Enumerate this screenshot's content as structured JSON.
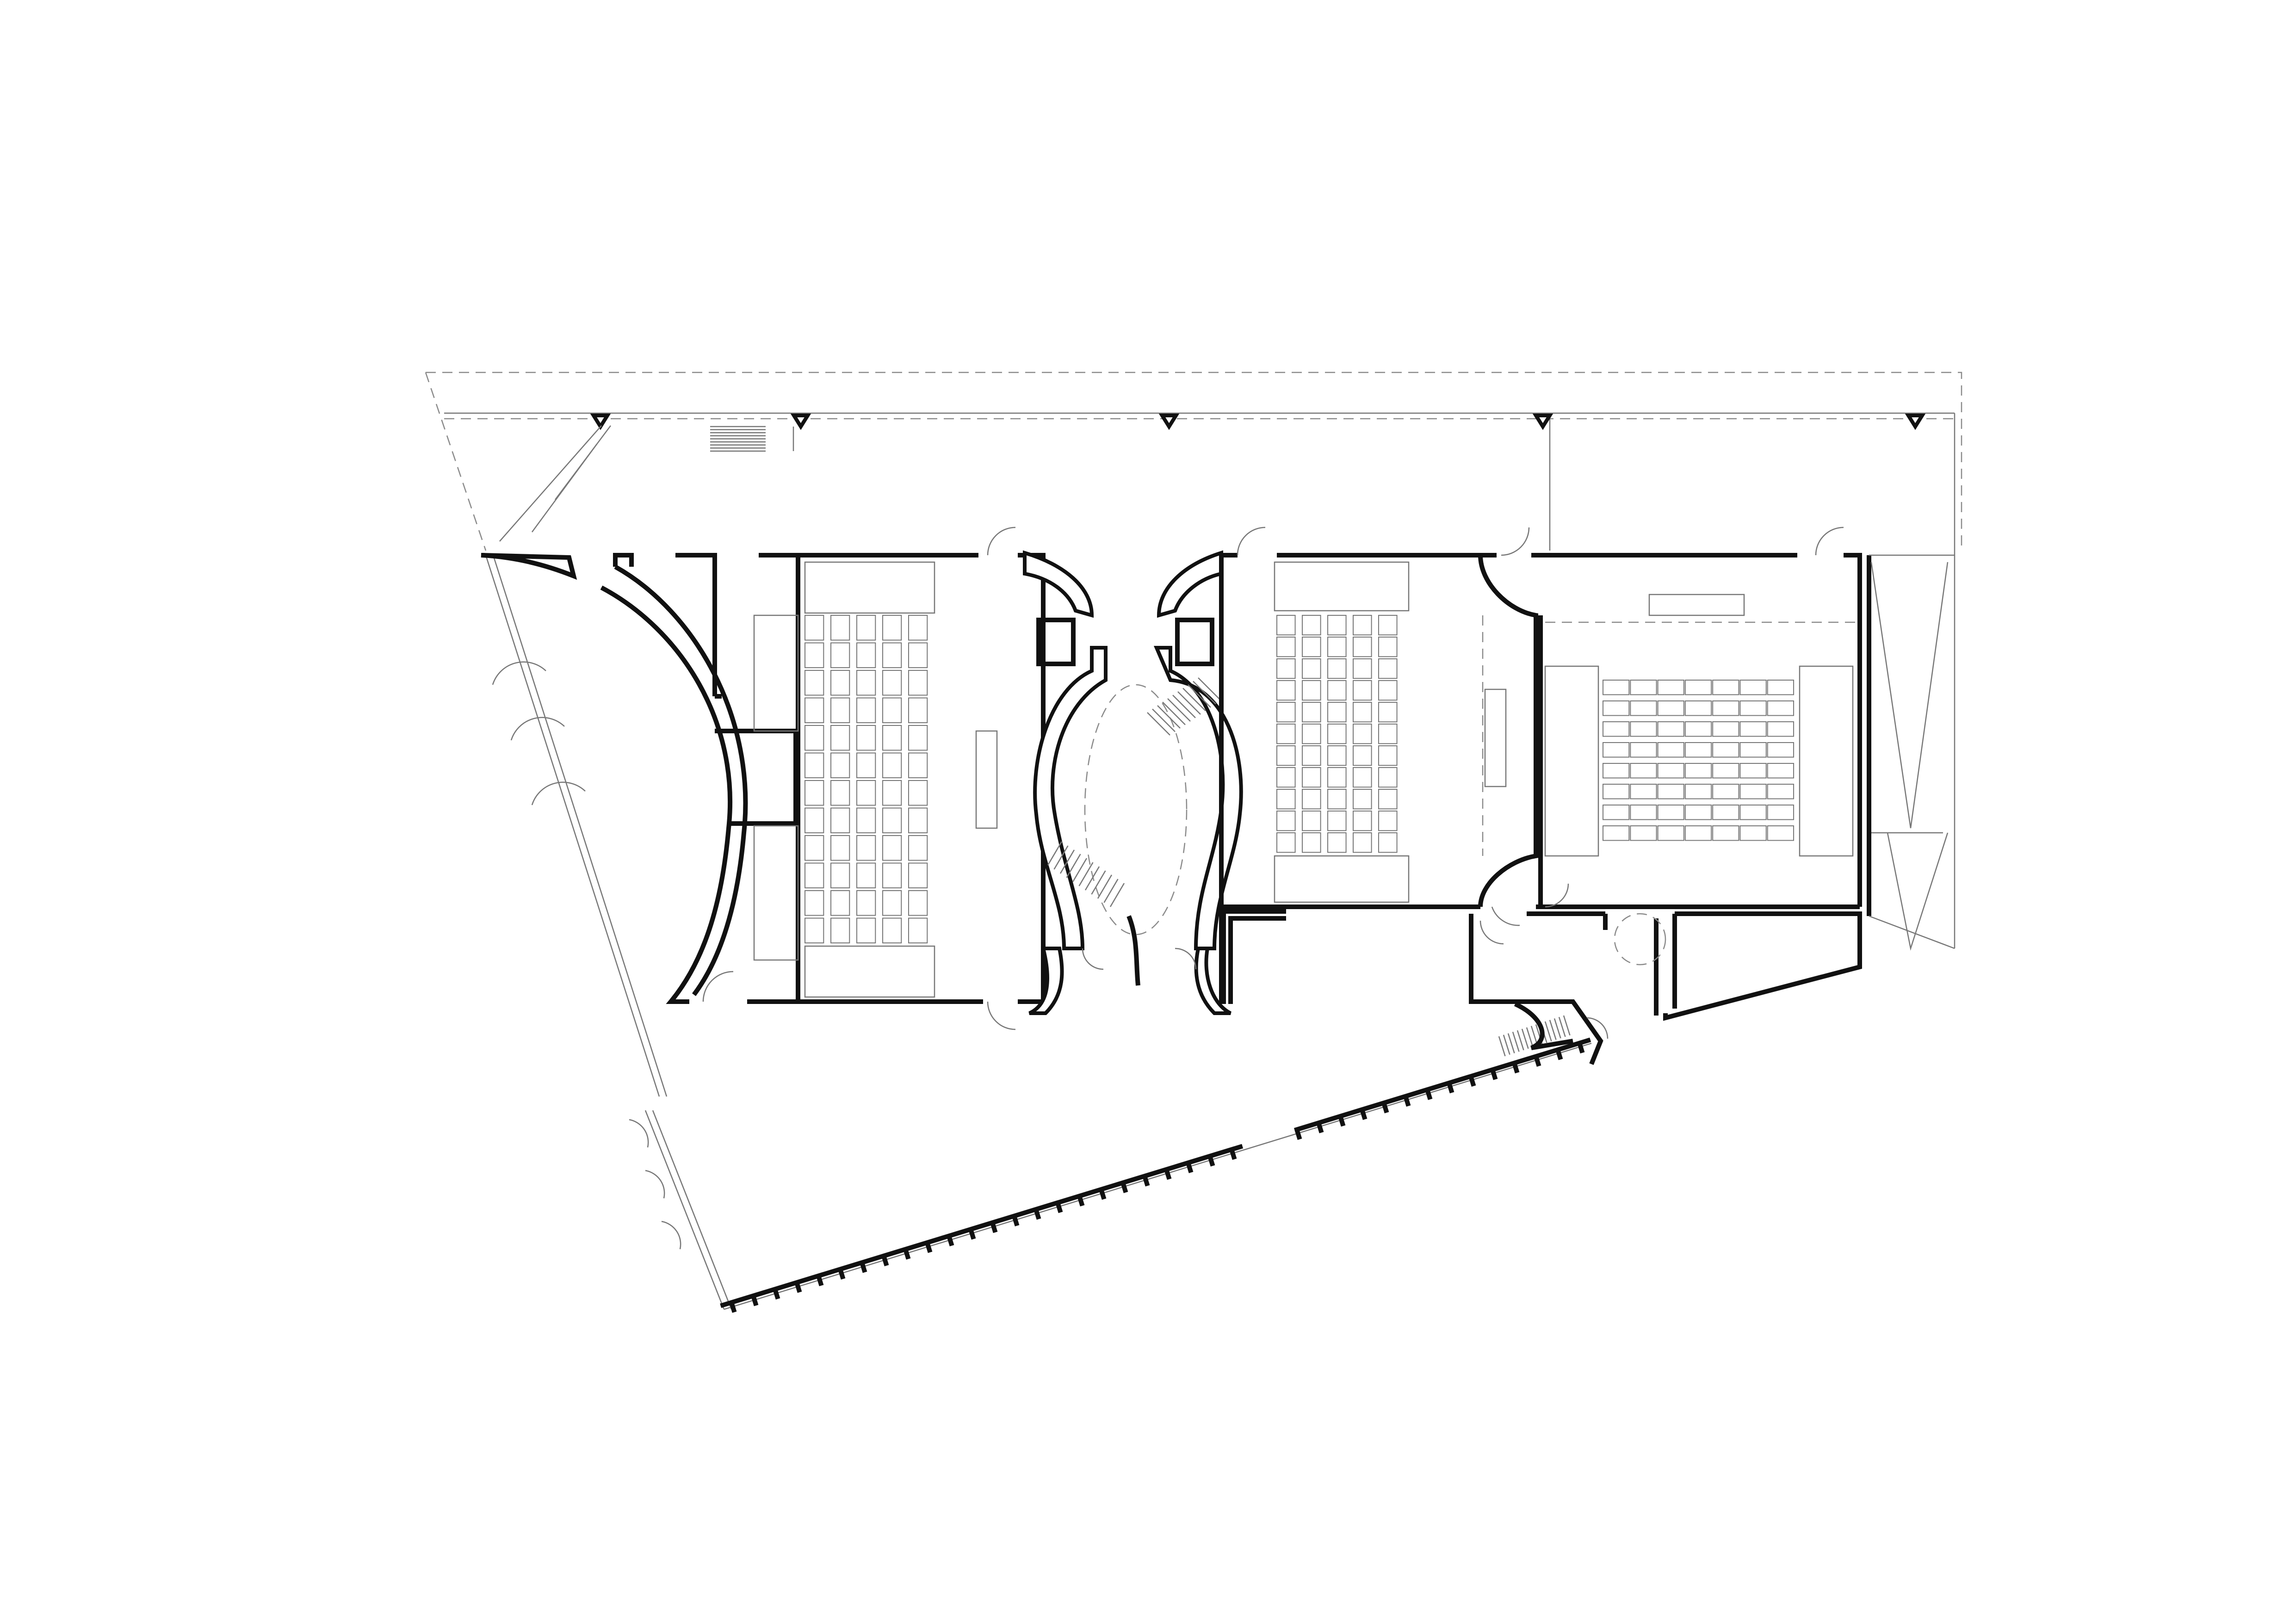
{
  "plan": {
    "colors": {
      "wall": "#111111",
      "thin": "#777777",
      "dash": "#8a8a8a",
      "background": "#ffffff"
    },
    "halls": [
      {
        "id": "hall-west",
        "seat_columns": 5,
        "seat_rows": 12,
        "orientation": "vertical"
      },
      {
        "id": "hall-center",
        "seat_columns": 5,
        "seat_rows": 11,
        "orientation": "vertical"
      },
      {
        "id": "hall-east",
        "seat_columns": 7,
        "seat_rows": 8,
        "orientation": "horizontal"
      }
    ],
    "facade_pier_count": 40,
    "north_markers": 5
  }
}
